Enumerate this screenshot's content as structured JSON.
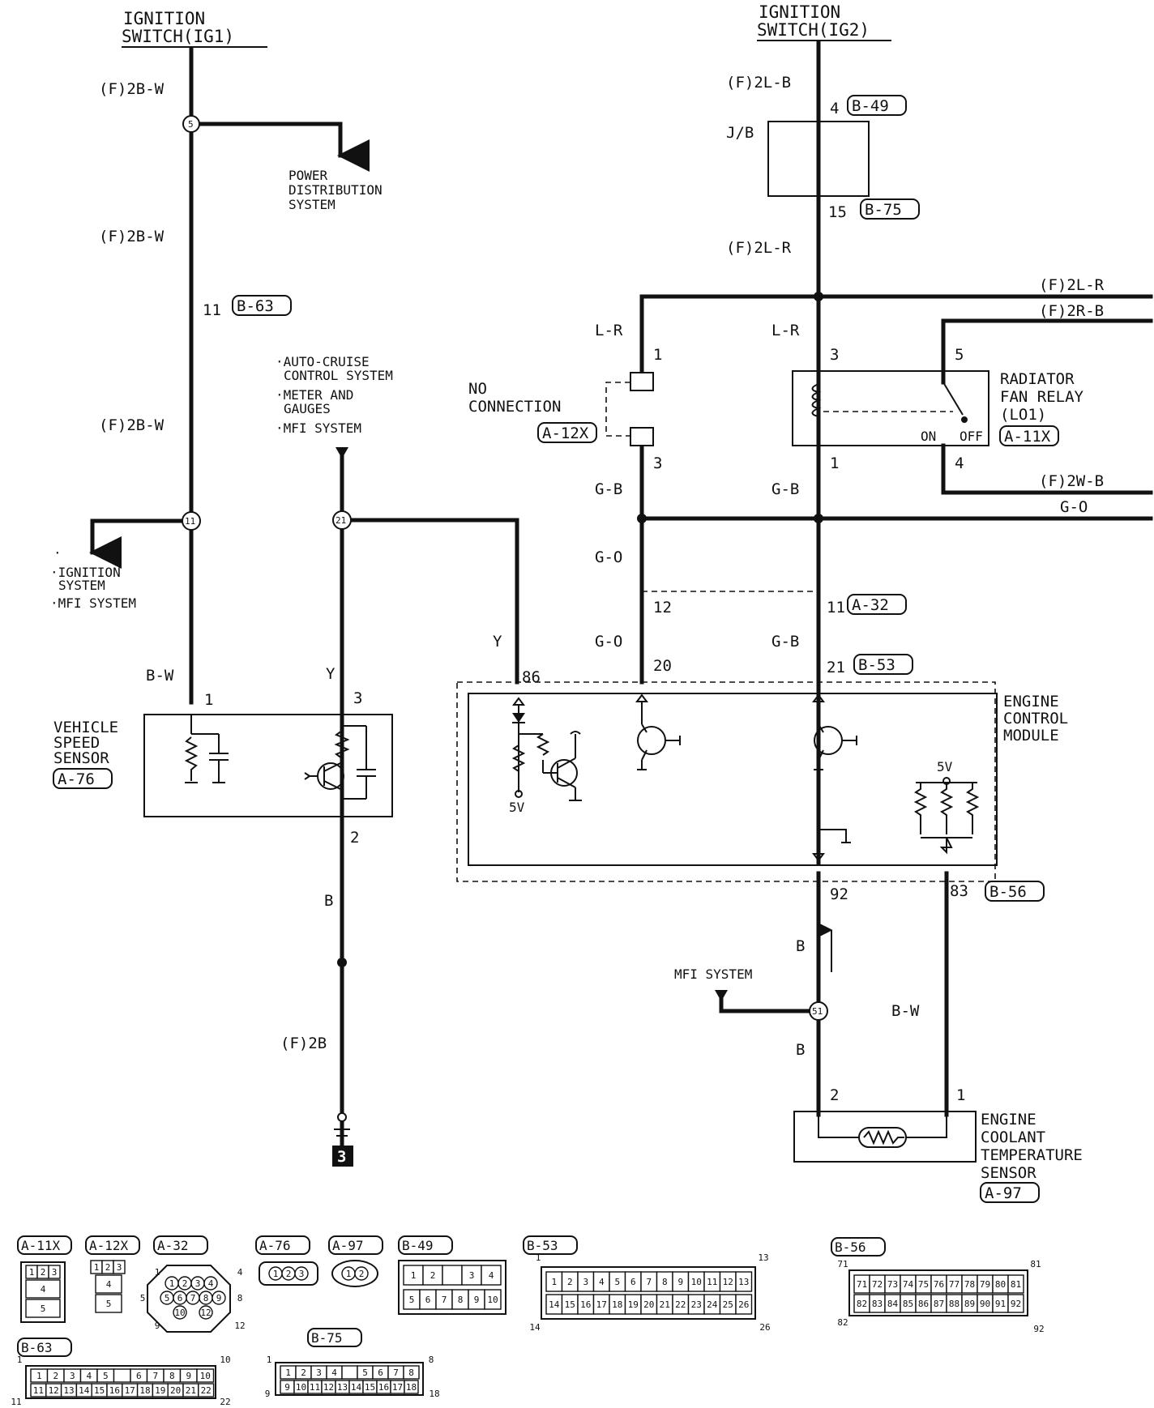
{
  "colors": {
    "ink": "#111111",
    "paper": "#ffffff"
  },
  "sources": {
    "ig1": [
      "IGNITION",
      "SWITCH(IG1)"
    ],
    "ig2": [
      "IGNITION",
      "SWITCH(IG2)"
    ]
  },
  "wires": {
    "f2bw": "(F)2B-W",
    "f2lb": "(F)2L-B",
    "f2lr": "(F)2L-R",
    "f2rb": "(F)2R-B",
    "f2wb": "(F)2W-B",
    "f2b": "(F)2B",
    "bw": "B-W",
    "y": "Y",
    "b": "B",
    "lr": "L-R",
    "gb": "G-B",
    "go": "G-O"
  },
  "splices": {
    "s5": "5",
    "s11": "11",
    "s21": "21",
    "s51": "51"
  },
  "pins": {
    "p1": "1",
    "p2": "2",
    "p3": "3",
    "p4": "4",
    "p5": "5",
    "p11": "11",
    "p12": "12",
    "p15": "15",
    "p20": "20",
    "p21": "21",
    "p83": "83",
    "p86": "86",
    "p92": "92"
  },
  "connectors": {
    "a11x": "A-11X",
    "a12x": "A-12X",
    "a32": "A-32",
    "a76": "A-76",
    "a97": "A-97",
    "b49": "B-49",
    "b53": "B-53",
    "b56": "B-56",
    "b63": "B-63",
    "b75": "B-75"
  },
  "labels": {
    "power_dist": [
      "POWER",
      "DISTRIBUTION",
      "SYSTEM"
    ],
    "auto_cruise": [
      "·AUTO-CRUISE",
      "CONTROL SYSTEM",
      "·METER AND",
      "GAUGES",
      "·MFI SYSTEM"
    ],
    "ign_system": [
      "·",
      "·IGNITION",
      "SYSTEM",
      "·MFI SYSTEM"
    ],
    "no_connection": [
      "NO",
      "CONNECTION"
    ],
    "jb": "J/B",
    "radiator_relay": [
      "RADIATOR",
      "FAN RELAY",
      "(LO1)"
    ],
    "on": "ON",
    "off": "OFF",
    "vss": [
      "VEHICLE",
      "SPEED",
      "SENSOR"
    ],
    "ecm": [
      "ENGINE",
      "CONTROL",
      "MODULE"
    ],
    "ect": [
      "ENGINE",
      "COOLANT",
      "TEMPERATURE",
      "SENSOR"
    ],
    "mfi": "MFI SYSTEM",
    "fivev": "5V",
    "ground_ref": "3"
  },
  "connector_views": {
    "a11x_pins": [
      "1",
      "2",
      "3",
      "4",
      "5"
    ],
    "a12x_pins": [
      "1",
      "2",
      "3",
      "4",
      "5"
    ],
    "a32_pins": [
      "1",
      "2",
      "3",
      "4",
      "5",
      "6",
      "7",
      "8",
      "9",
      "10",
      "12"
    ],
    "a32_outer": [
      "1",
      "4",
      "5",
      "8",
      "9",
      "12"
    ],
    "a76_pins": [
      "1",
      "2",
      "3"
    ],
    "a97_pins": [
      "1",
      "2"
    ],
    "b49_top": [
      "1",
      "2",
      "",
      "3",
      "4"
    ],
    "b49_bottom": [
      "5",
      "6",
      "7",
      "8",
      "9",
      "10"
    ],
    "b53_top": [
      "1",
      "2",
      "3",
      "4",
      "5",
      "6",
      "7",
      "8",
      "9",
      "10",
      "11",
      "12",
      "13"
    ],
    "b53_bottom": [
      "14",
      "15",
      "16",
      "17",
      "18",
      "19",
      "20",
      "21",
      "22",
      "23",
      "24",
      "25",
      "26"
    ],
    "b53_corners": [
      "1",
      "13",
      "14",
      "26"
    ],
    "b56_top": [
      "71",
      "72",
      "73",
      "74",
      "75",
      "76",
      "77",
      "78",
      "79",
      "80",
      "81"
    ],
    "b56_bottom": [
      "82",
      "83",
      "84",
      "85",
      "86",
      "87",
      "88",
      "89",
      "90",
      "91",
      "92"
    ],
    "b56_corners": [
      "71",
      "81",
      "82",
      "92"
    ],
    "b63_top": [
      "1",
      "2",
      "3",
      "4",
      "5",
      "",
      "6",
      "7",
      "8",
      "9",
      "10"
    ],
    "b63_bottom": [
      "11",
      "12",
      "13",
      "14",
      "15",
      "16",
      "17",
      "18",
      "19",
      "20",
      "21",
      "22"
    ],
    "b63_corners": [
      "1",
      "10",
      "11",
      "22"
    ],
    "b75_top": [
      "1",
      "2",
      "3",
      "4",
      "",
      "5",
      "6",
      "7",
      "8"
    ],
    "b75_bottom": [
      "9",
      "10",
      "11",
      "12",
      "13",
      "14",
      "15",
      "16",
      "17",
      "18"
    ],
    "b75_corners": [
      "1",
      "8",
      "9",
      "18"
    ]
  }
}
